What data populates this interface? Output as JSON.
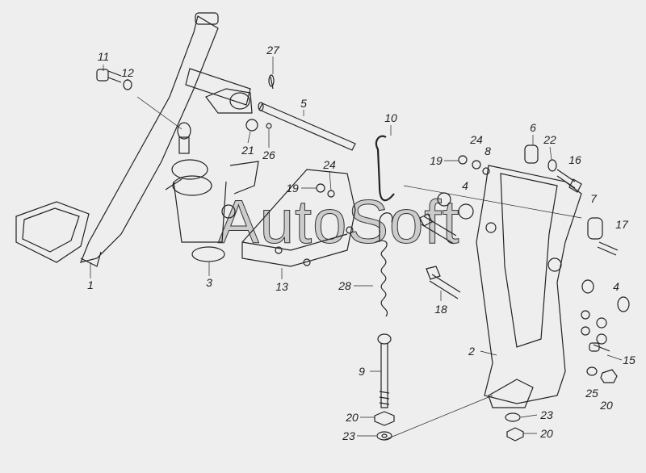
{
  "watermark": "AutoSoft",
  "callouts": [
    {
      "id": "c11",
      "label": "11"
    },
    {
      "id": "c12",
      "label": "12"
    },
    {
      "id": "c27",
      "label": "27"
    },
    {
      "id": "c5",
      "label": "5"
    },
    {
      "id": "c10",
      "label": "10"
    },
    {
      "id": "c6",
      "label": "6"
    },
    {
      "id": "c22",
      "label": "22"
    },
    {
      "id": "c24a",
      "label": "24"
    },
    {
      "id": "c8",
      "label": "8"
    },
    {
      "id": "c16",
      "label": "16"
    },
    {
      "id": "c19a",
      "label": "19"
    },
    {
      "id": "c24b",
      "label": "24"
    },
    {
      "id": "c19b",
      "label": "19"
    },
    {
      "id": "c4a",
      "label": "4"
    },
    {
      "id": "c21",
      "label": "21"
    },
    {
      "id": "c26",
      "label": "26"
    },
    {
      "id": "c7",
      "label": "7"
    },
    {
      "id": "c17",
      "label": "17"
    },
    {
      "id": "c1",
      "label": "1"
    },
    {
      "id": "c3",
      "label": "3"
    },
    {
      "id": "c13",
      "label": "13"
    },
    {
      "id": "c28",
      "label": "28"
    },
    {
      "id": "c18",
      "label": "18"
    },
    {
      "id": "c4b",
      "label": "4"
    },
    {
      "id": "c2",
      "label": "2"
    },
    {
      "id": "c15",
      "label": "15"
    },
    {
      "id": "c9",
      "label": "9"
    },
    {
      "id": "c25",
      "label": "25"
    },
    {
      "id": "c20a",
      "label": "20"
    },
    {
      "id": "c20b",
      "label": "20"
    },
    {
      "id": "c23a",
      "label": "23"
    },
    {
      "id": "c23b",
      "label": "23"
    },
    {
      "id": "c20c",
      "label": "20"
    }
  ]
}
